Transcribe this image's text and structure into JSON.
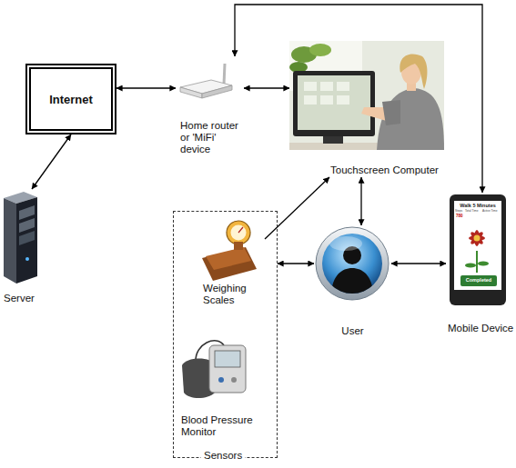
{
  "diagram": {
    "nodes": [
      {
        "text": [
          "Internet"
        ]
      },
      {
        "text": [
          "Home router or 'MiFi' device"
        ]
      },
      {
        "text": [
          "Touchscreen Computer"
        ]
      },
      {
        "text": [
          "Server"
        ]
      },
      {
        "text": [
          "Sensors"
        ]
      },
      {
        "text": [
          "Weighing Scales"
        ],
        "in": 4
      },
      {
        "text": [
          "Blood Pressure Monitor"
        ],
        "in": 4
      },
      {
        "text": [
          "User"
        ]
      },
      {
        "text": [
          "Mobile Device"
        ]
      }
    ],
    "edges": [
      {
        "from": 0,
        "to": 1,
        "arrow": "both"
      },
      {
        "from": 0,
        "to": 3,
        "arrow": "both"
      },
      {
        "from": 1,
        "to": 2,
        "arrow": "both"
      },
      {
        "from": 8,
        "to": 1,
        "arrow": "both"
      },
      {
        "from": 5,
        "to": 2,
        "arrow": "to"
      },
      {
        "from": 2,
        "to": 7,
        "arrow": "both"
      },
      {
        "from": 7,
        "to": 4,
        "arrow": "both"
      },
      {
        "from": 7,
        "to": 8,
        "arrow": "both"
      }
    ],
    "labels": [
      "Walk 5 Minutes",
      "Steps",
      "Total Time",
      "Active Time",
      "780",
      "Completed"
    ]
  }
}
